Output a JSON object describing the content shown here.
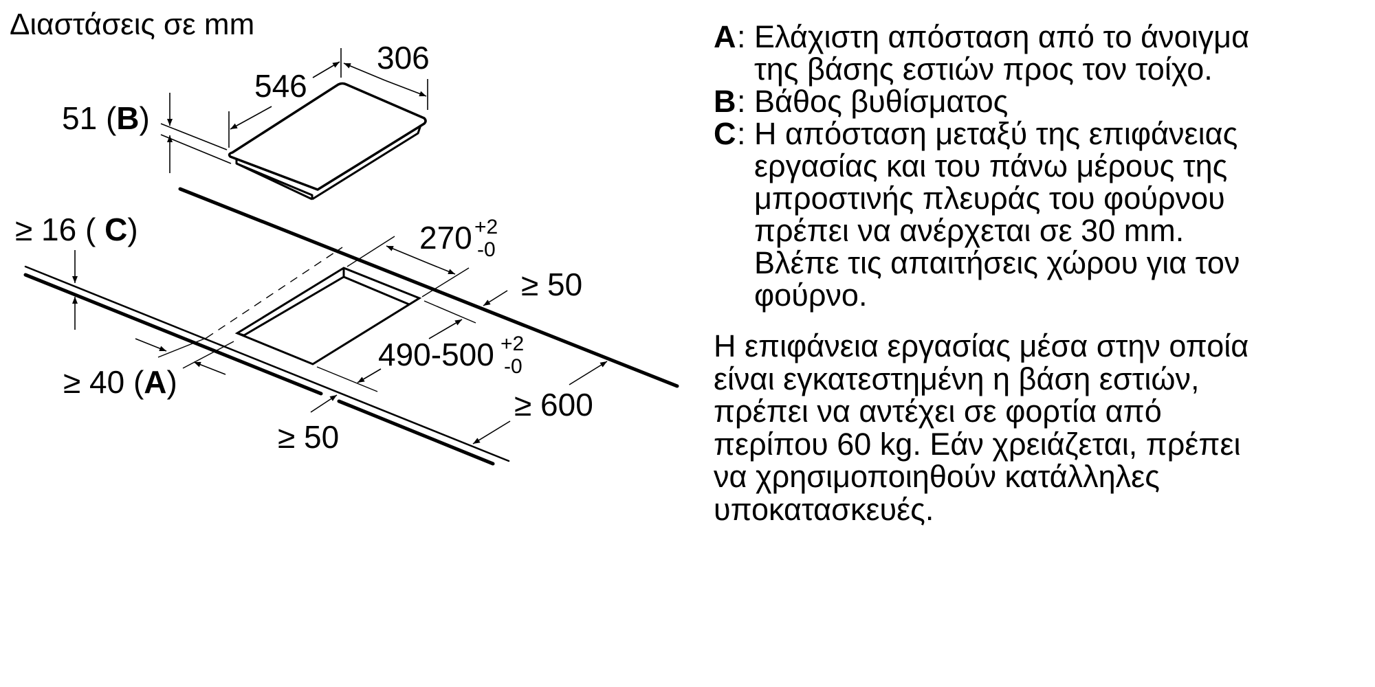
{
  "title": "Διαστάσεις σε mm",
  "dimensions": {
    "hob_depth": "546",
    "hob_width": "306",
    "sink_depth_value": "51 (",
    "sink_depth_key": "B",
    "sink_depth_close": ")",
    "oven_gap_value": "≥ 16 ( ",
    "oven_gap_key": "C",
    "oven_gap_close": ")",
    "cutout_width_value": "270",
    "cutout_width_tol_plus": "+2",
    "cutout_width_tol_minus": "-0",
    "cutout_depth_value": "490-500",
    "cutout_depth_tol_plus": "+2",
    "cutout_depth_tol_minus": "-0",
    "back_clearance": "≥ 50",
    "front_edge_value": "≥ 40 (",
    "front_edge_key": "A",
    "front_edge_close": ")",
    "front_clearance": "≥ 50",
    "worktop_depth": "≥ 600"
  },
  "legend": [
    {
      "key": "A",
      "lines": [
        "Ελάχιστη απόσταση από το άνοιγμα",
        "της βάσης εστιών προς τον τοίχο."
      ]
    },
    {
      "key": "B",
      "lines": [
        "Βάθος βυθίσματος"
      ]
    },
    {
      "key": "C",
      "lines": [
        "Η απόσταση μεταξύ της επιφάνειας",
        "εργασίας και του πάνω μέρους της",
        "μπροστινής πλευράς του φούρνου",
        "πρέπει να ανέρχεται σε 30 mm.",
        "Βλέπε τις απαιτήσεις χώρου για τον",
        "φούρνο."
      ]
    }
  ],
  "note": {
    "lines": [
      "Η επιφάνεια εργασίας μέσα στην οποία",
      "είναι εγκατεστημένη η βάση εστιών,",
      "πρέπει να αντέχει σε φορτία από",
      "περίπου 60 kg. Εάν χρειάζεται, πρέπει",
      "να χρησιμοποιηθούν κατάλληλες",
      "υποκατασκευές."
    ]
  },
  "legend_separator": ":",
  "colors": {
    "ink": "#000000",
    "background": "#ffffff"
  }
}
